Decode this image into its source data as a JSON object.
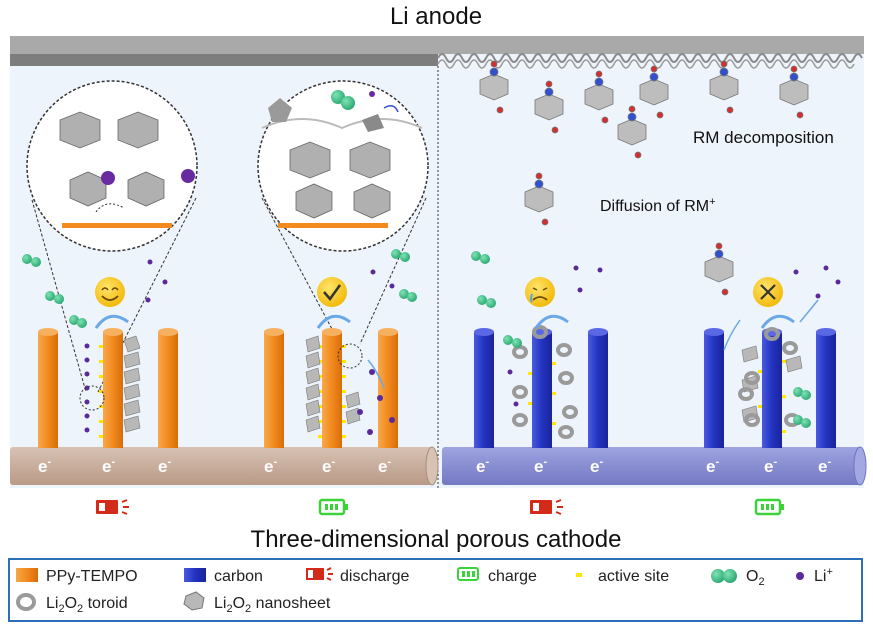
{
  "title_top": "Li anode",
  "title_bottom": "Three-dimensional porous cathode",
  "labels": {
    "rm_decomposition": "RM decomposition",
    "diffusion_rm": "Diffusion of RM",
    "diffusion_rm_sup": "+",
    "electron": "e",
    "electron_sup": "-"
  },
  "legend": {
    "ppy_tempo": "PPy-TEMPO",
    "carbon": "carbon",
    "discharge": "discharge",
    "charge": "charge",
    "active_site": "active site",
    "o2": "O",
    "o2_sub": "2",
    "li": "Li",
    "li_sup": "+",
    "li2o2_toroid_a": "Li",
    "li2o2_toroid_sub1": "2",
    "li2o2_toroid_b": "O",
    "li2o2_toroid_sub2": "2",
    "li2o2_toroid_c": " toroid",
    "li2o2_nanosheet_a": "Li",
    "li2o2_nanosheet_sub1": "2",
    "li2o2_nanosheet_b": "O",
    "li2o2_nanosheet_sub2": "2",
    "li2o2_nanosheet_c": " nanosheet"
  },
  "icons": [
    "smile-emoji",
    "check-emoji",
    "sad-emoji",
    "cross-emoji",
    "discharge-battery",
    "charge-battery"
  ],
  "colors": {
    "ppy": "#f28a1e",
    "carbon": "#2f3fc8",
    "o2": "#3cbf8a",
    "li": "#5a2a9a",
    "active": "#ffe600",
    "discharge": "#d42a1a",
    "charge": "#3ad43a",
    "substrate_left": "#c9ad9c",
    "substrate_right": "#8b90d6",
    "background": "#eef4fb"
  }
}
